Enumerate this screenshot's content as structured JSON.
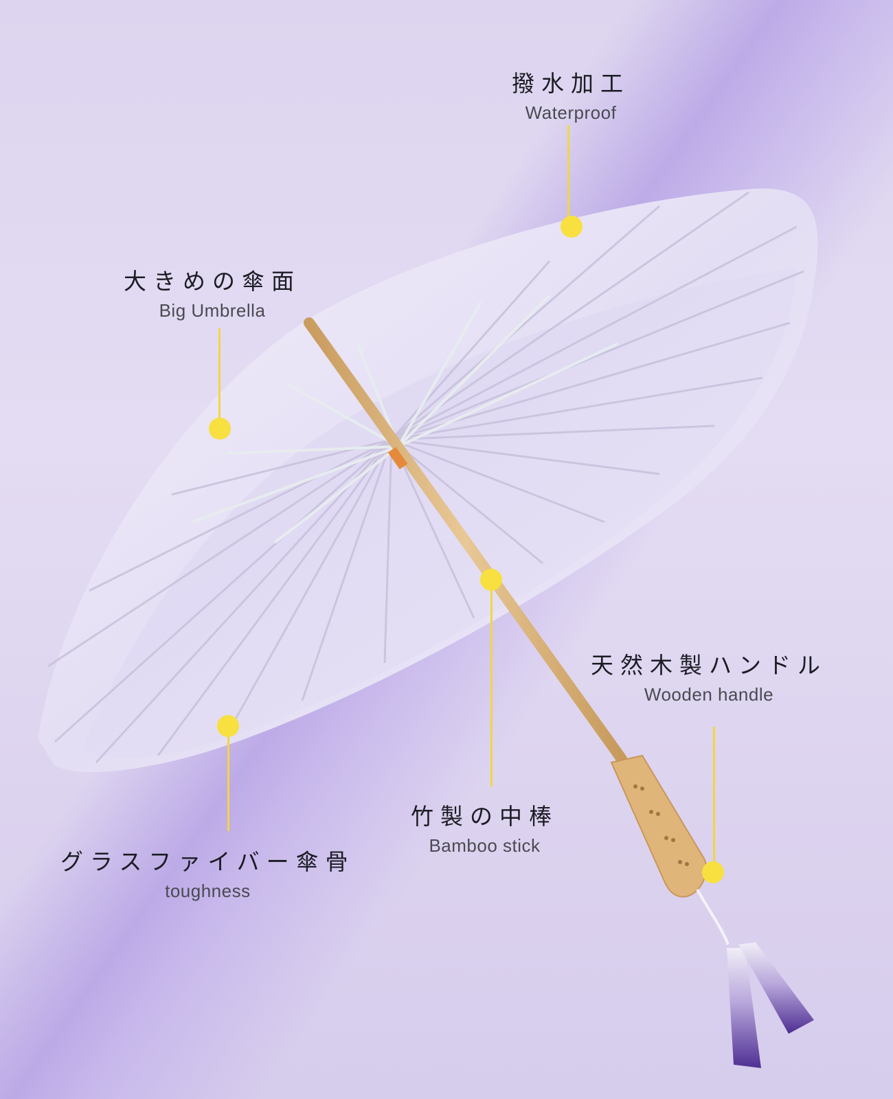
{
  "callouts": {
    "waterproof": {
      "jp": "撥水加工",
      "en": "Waterproof"
    },
    "big_umbrella": {
      "jp": "大きめの傘面",
      "en": "Big Umbrella"
    },
    "toughness": {
      "jp": "グラスファイバー傘骨",
      "en": "toughness"
    },
    "bamboo_stick": {
      "jp": "竹製の中棒",
      "en": "Bamboo stick"
    },
    "wooden_handle": {
      "jp": "天然木製ハンドル",
      "en": "Wooden handle"
    }
  },
  "colors": {
    "accent_dot": "#f7e040",
    "canopy": "#ece8f7",
    "tassel": "#5b3fa0",
    "bamboo": "#d9b47a"
  }
}
